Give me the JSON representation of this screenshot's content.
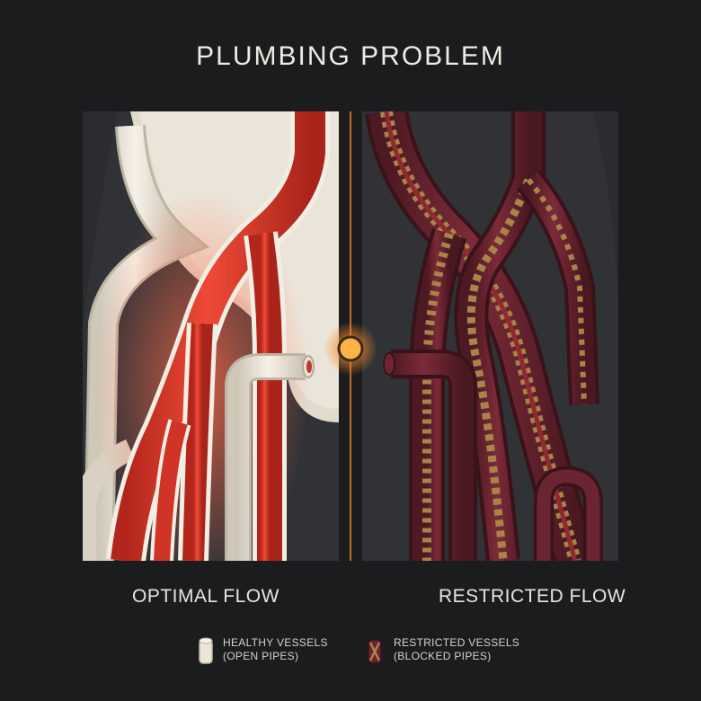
{
  "title": "PLUMBING PROBLEM",
  "panels": {
    "left_label": "OPTIMAL FLOW",
    "right_label": "RESTRICTED FLOW"
  },
  "legend": {
    "healthy": {
      "line1": "HEALTHY VESSELS",
      "line2": "(OPEN PIPES)"
    },
    "restricted": {
      "line1": "RESTRICTED VESSELS",
      "line2": "(BLOCKED PIPES)"
    }
  },
  "colors": {
    "background": "#1b1c1e",
    "healthy_pipe": "#ece6da",
    "healthy_vessel": "#d83a2b",
    "restricted_vessel": "#6b2432",
    "plaque": "#a8844a",
    "divider_glow": "#f0a040"
  }
}
